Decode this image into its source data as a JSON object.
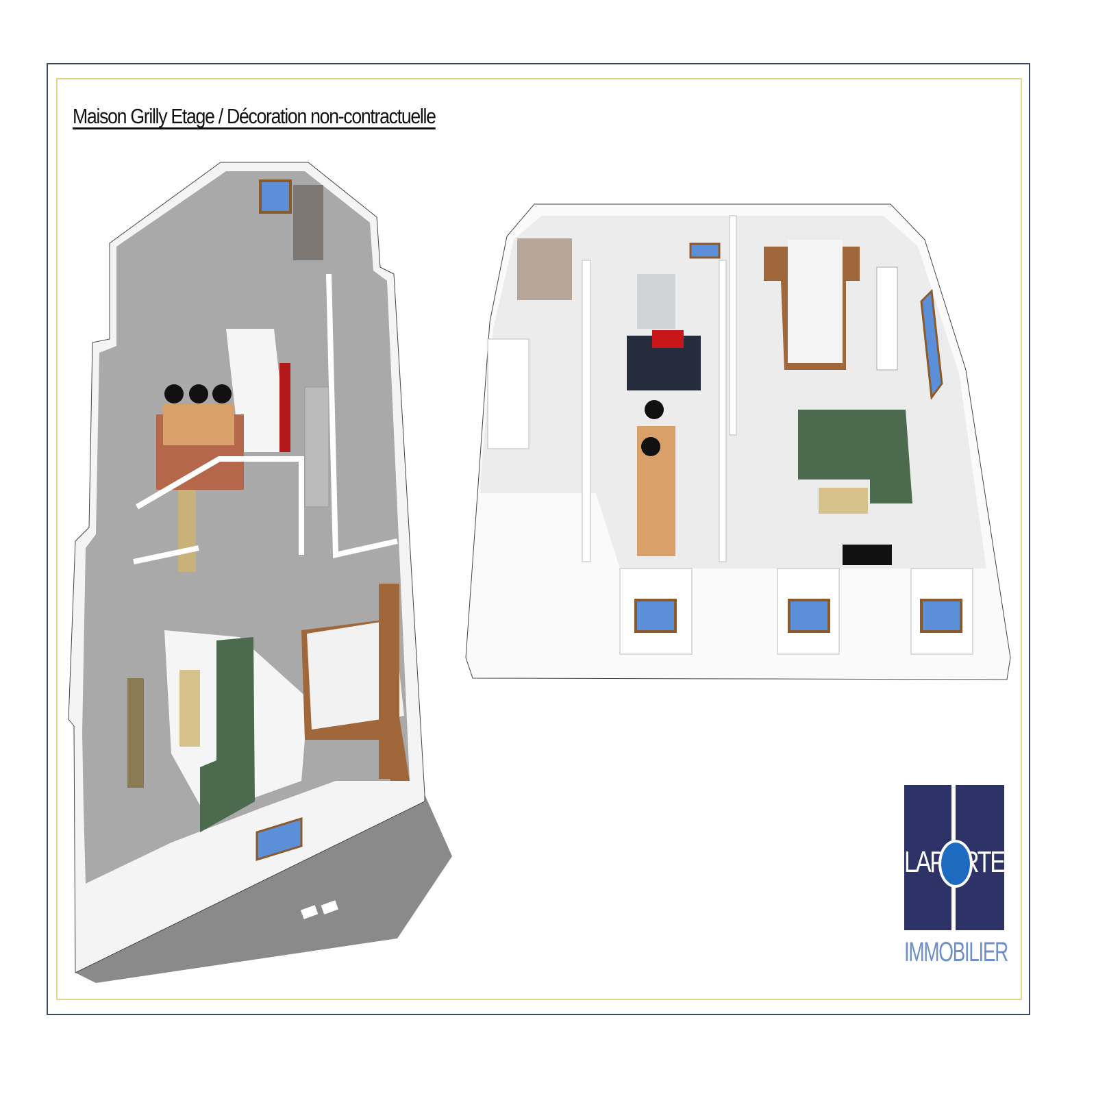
{
  "title": "Maison Grilly Etage / Décoration non-contractuelle",
  "logo": {
    "name_left": "LAP",
    "name_right": "RTE",
    "full_name": "LAPORTE",
    "subtitle": "IMMOBILIER",
    "colors": {
      "box": "#2d3366",
      "circle": "#1c6bc0",
      "subtitle": "#6f8fc6"
    }
  },
  "colors": {
    "floor": "#a9a9a9",
    "wall": "#ffffff",
    "sofa": "#4b6a4e",
    "wood": "#a0673a",
    "window": "#5b8fd8",
    "frame_outer": "#3c4a63",
    "frame_inner": "#e7d58c"
  }
}
